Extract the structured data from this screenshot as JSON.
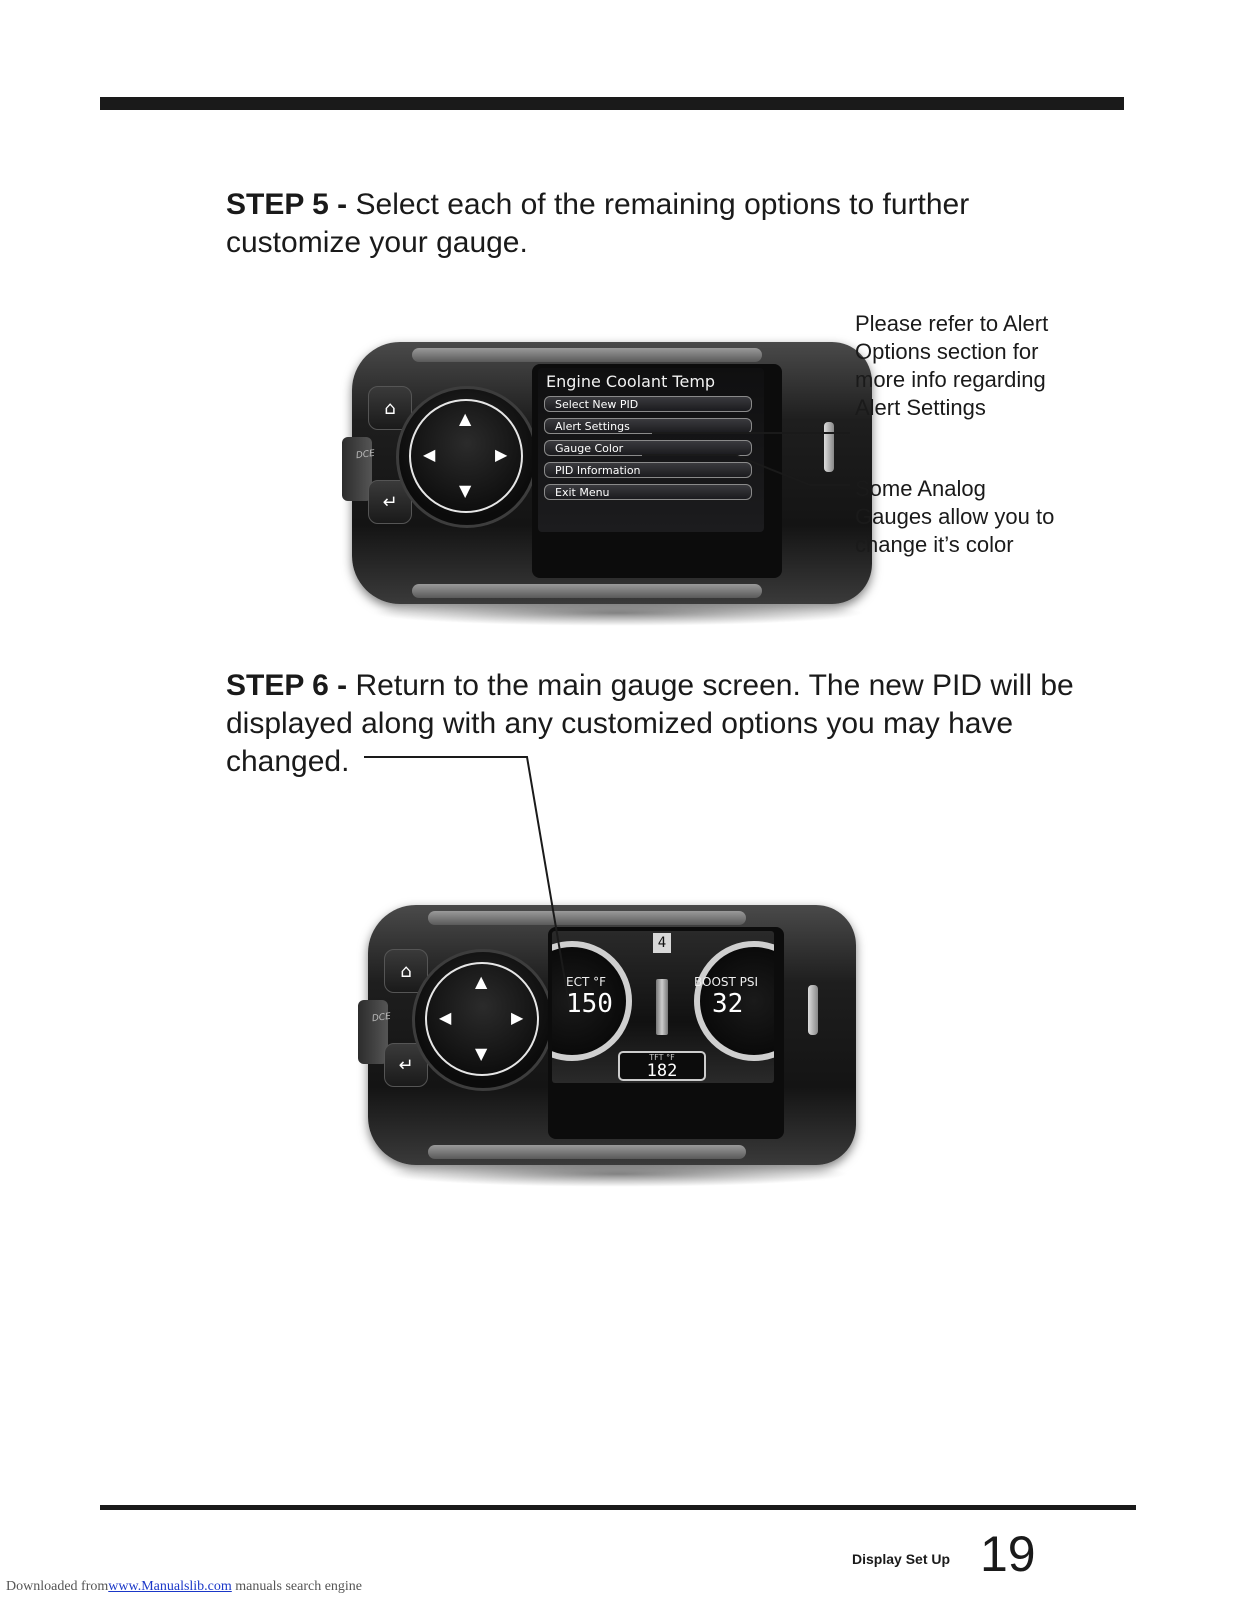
{
  "step5": {
    "label": "STEP 5 -",
    "text": "Select each of the remaining options to further customize your gauge."
  },
  "callouts": {
    "alert": "Please refer to Alert Options section for more info regarding Alert Settings",
    "color": "Some Analog Gauges allow you to change it’s color"
  },
  "menu_screen": {
    "title": "Engine Coolant Temp",
    "items": [
      "Select New PID",
      "Alert Settings",
      "Gauge Color",
      "PID Information",
      "Exit Menu"
    ]
  },
  "step6": {
    "label": "STEP 6 -",
    "text": "Return to the main gauge screen.  The new PID will be displayed along with any customized options you may have changed."
  },
  "gauge_screen": {
    "page": "4",
    "left_label": "ECT °F",
    "left_value": "150",
    "right_label": "BOOST PSI",
    "right_value": "32",
    "bottom_label": "TFT °F",
    "bottom_value": "182"
  },
  "device": {
    "logo": "DCE"
  },
  "icons": {
    "home": "home-icon",
    "enter": "enter-icon",
    "dpad": [
      "up-arrow-icon",
      "down-arrow-icon",
      "left-arrow-icon",
      "right-arrow-icon"
    ]
  },
  "footer": {
    "section": "Display Set Up",
    "page": "19"
  },
  "download": {
    "prefix": "Downloaded from",
    "link": "www.Manualslib.com",
    "suffix": " manuals search engine"
  }
}
